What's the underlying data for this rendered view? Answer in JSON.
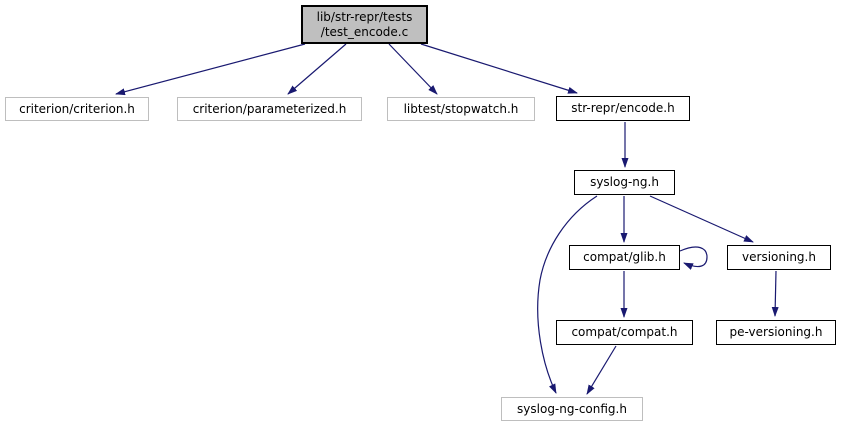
{
  "diagram": {
    "type": "include-dependency-graph",
    "colors": {
      "edge": "#191970",
      "root_fill": "#bfbfbf",
      "node_border": "#000000",
      "leaf_border": "#bebebe",
      "background": "#ffffff"
    },
    "nodes": {
      "root": {
        "line1": "lib/str-repr/tests",
        "line2": "/test_encode.c"
      },
      "criterion": {
        "label": "criterion/criterion.h"
      },
      "parameterized": {
        "label": "criterion/parameterized.h"
      },
      "stopwatch": {
        "label": "libtest/stopwatch.h"
      },
      "encode": {
        "label": "str-repr/encode.h"
      },
      "syslog_ng": {
        "label": "syslog-ng.h"
      },
      "glib": {
        "label": "compat/glib.h"
      },
      "versioning": {
        "label": "versioning.h"
      },
      "compat": {
        "label": "compat/compat.h"
      },
      "pe_versioning": {
        "label": "pe-versioning.h"
      },
      "config": {
        "label": "syslog-ng-config.h"
      }
    },
    "edges": [
      {
        "from": "lib/str-repr/tests/test_encode.c",
        "to": "criterion/criterion.h"
      },
      {
        "from": "lib/str-repr/tests/test_encode.c",
        "to": "criterion/parameterized.h"
      },
      {
        "from": "lib/str-repr/tests/test_encode.c",
        "to": "libtest/stopwatch.h"
      },
      {
        "from": "lib/str-repr/tests/test_encode.c",
        "to": "str-repr/encode.h"
      },
      {
        "from": "str-repr/encode.h",
        "to": "syslog-ng.h"
      },
      {
        "from": "syslog-ng.h",
        "to": "compat/glib.h"
      },
      {
        "from": "syslog-ng.h",
        "to": "versioning.h"
      },
      {
        "from": "syslog-ng.h",
        "to": "syslog-ng-config.h"
      },
      {
        "from": "compat/glib.h",
        "to": "compat/glib.h"
      },
      {
        "from": "compat/glib.h",
        "to": "compat/compat.h"
      },
      {
        "from": "compat/compat.h",
        "to": "syslog-ng-config.h"
      },
      {
        "from": "versioning.h",
        "to": "pe-versioning.h"
      }
    ]
  }
}
